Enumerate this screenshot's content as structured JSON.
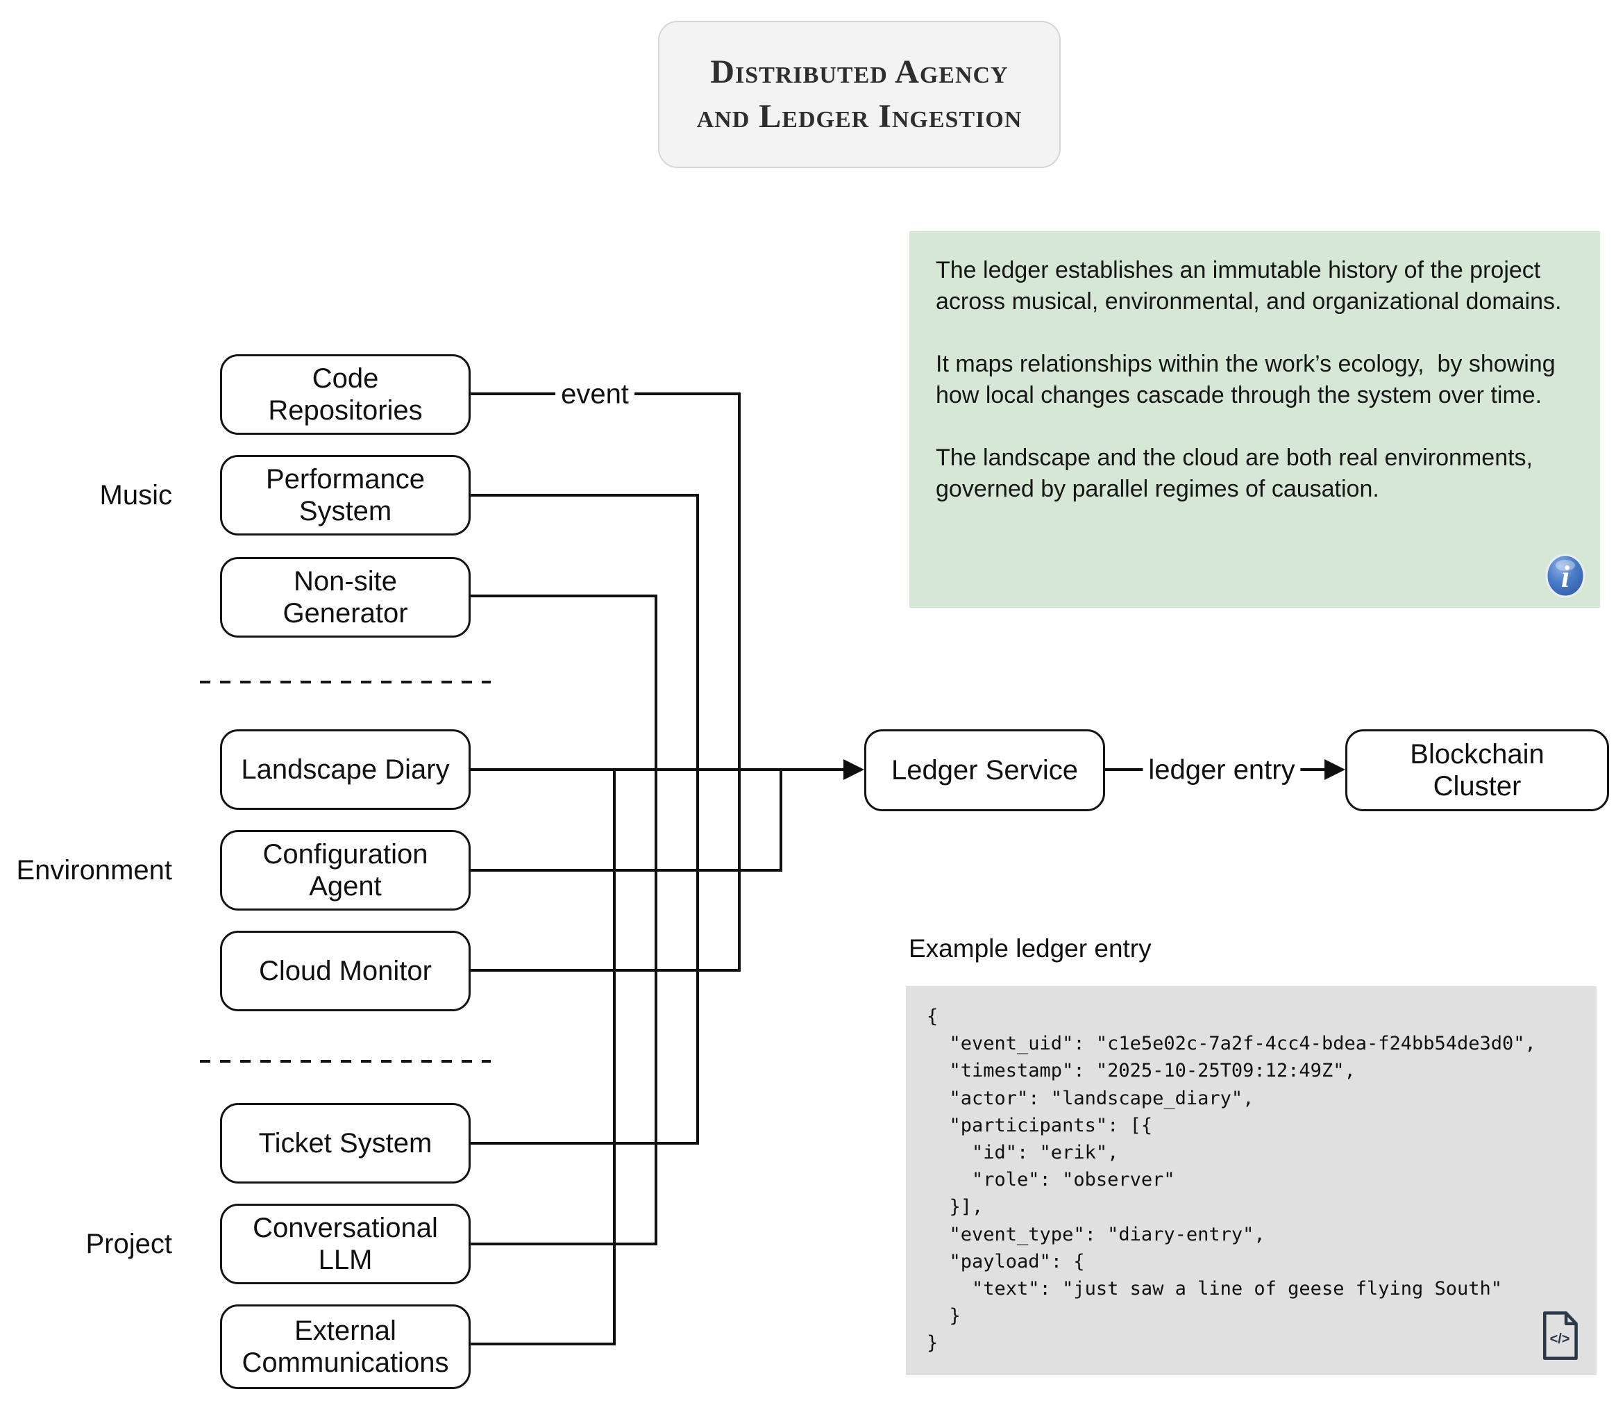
{
  "title": {
    "line1": "Distributed Agency",
    "line2": "and Ledger Ingestion"
  },
  "note": {
    "paragraphs": [
      "The ledger establishes an immutable history of the project across musical, environmental, and organizational domains.",
      "It maps relationships within the work’s ecology,  by showing how local changes cascade through the system over time.",
      "The landscape and the cloud are both real environments, governed by parallel regimes of causation."
    ]
  },
  "groups": {
    "music": {
      "label": "Music"
    },
    "environment": {
      "label": "Environment"
    },
    "project": {
      "label": "Project"
    }
  },
  "nodes": {
    "code_repositories": "Code Repositories",
    "performance_system": "Performance System",
    "non_site_generator": "Non-site Generator",
    "landscape_diary": "Landscape Diary",
    "configuration_agent": "Configuration Agent",
    "cloud_monitor": "Cloud Monitor",
    "ticket_system": "Ticket System",
    "conversational_llm": "Conversational LLM",
    "external_communications": "External Communications",
    "ledger_service": "Ledger Service",
    "blockchain_cluster": "Blockchain Cluster"
  },
  "edge_labels": {
    "event": "event",
    "ledger_entry": "ledger entry"
  },
  "example": {
    "heading": "Example ledger entry",
    "code_lines": [
      "{",
      "  \"event_uid\": \"c1e5e02c-7a2f-4cc4-bdea-f24bb54de3d0\",",
      "  \"timestamp\": \"2025-10-25T09:12:49Z\",",
      "  \"actor\": \"landscape_diary\",",
      "  \"participants\": [{",
      "    \"id\": \"erik\",",
      "    \"role\": \"observer\"",
      "  }],",
      "  \"event_type\": \"diary-entry\",",
      "  \"payload\": {",
      "    \"text\": \"just saw a line of geese flying South\"",
      "  }",
      "}"
    ]
  },
  "icons": {
    "info": "info-icon",
    "info_glyph": "i",
    "code_file": "code-file-icon",
    "code_file_glyph": "</>"
  },
  "colors": {
    "note_bg": "#d6e8d5",
    "code_bg": "#e0e0e0",
    "title_bg": "#f3f3f3",
    "line": "#0f0f0f",
    "info_icon_blue": "#3a6fbe",
    "code_icon_dark": "#2b3848"
  }
}
